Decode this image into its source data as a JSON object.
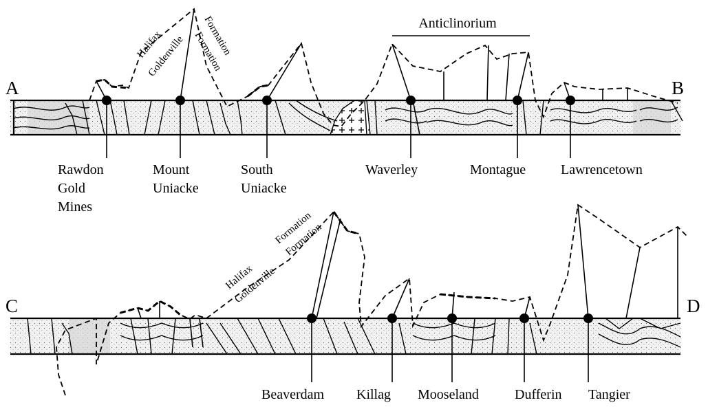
{
  "sections": [
    {
      "id": "AB",
      "start_label": "A",
      "end_label": "B",
      "annotations": {
        "anticlinorium": "Anticlinorium",
        "halifax": "Halifax",
        "goldenville": "Goldenville",
        "formation_1": "Formation",
        "formation_2": "Formation"
      },
      "mines": [
        {
          "lines": [
            "Rawdon",
            "Gold",
            "Mines"
          ]
        },
        {
          "lines": [
            "Mount",
            "Uniacke"
          ]
        },
        {
          "lines": [
            "South",
            "Uniacke"
          ]
        },
        {
          "lines": [
            "Waverley"
          ]
        },
        {
          "lines": [
            "Montague"
          ]
        },
        {
          "lines": [
            "Lawrencetown"
          ]
        }
      ]
    },
    {
      "id": "CD",
      "start_label": "C",
      "end_label": "D",
      "annotations": {
        "halifax": "Halifax",
        "goldenville": "Goldenville",
        "formation_1": "Formation",
        "formation_2": "Formation"
      },
      "mines": [
        {
          "lines": [
            "Beaverdam"
          ]
        },
        {
          "lines": [
            "Killag"
          ]
        },
        {
          "lines": [
            "Mooseland"
          ]
        },
        {
          "lines": [
            "Dufferin"
          ]
        },
        {
          "lines": [
            "Tangier"
          ]
        }
      ]
    }
  ]
}
